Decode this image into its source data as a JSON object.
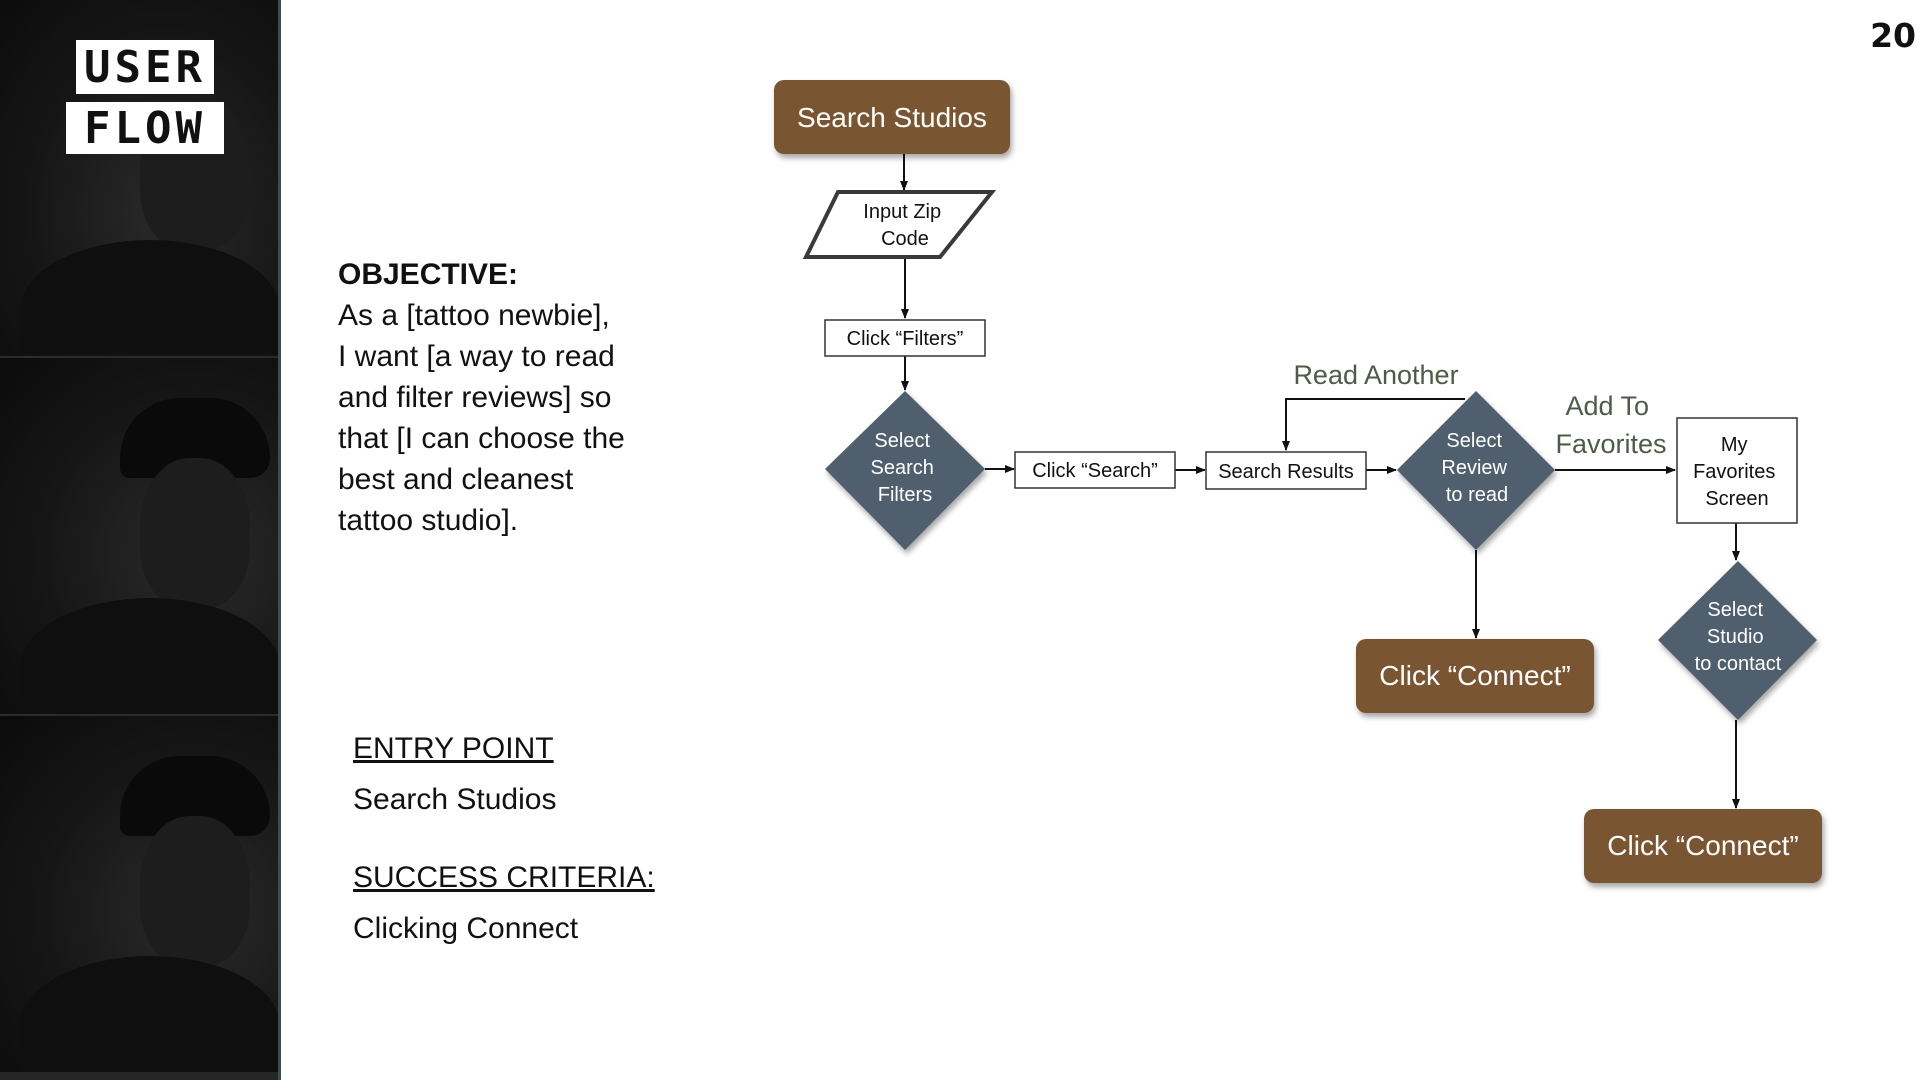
{
  "slide": {
    "page_number": "20",
    "logo": {
      "word1": "USER",
      "word2": "FLOW"
    }
  },
  "objective": {
    "title": "OBJECTIVE:",
    "lines": [
      "As a [tattoo newbie],",
      "I want [a way to read",
      "and filter reviews] so",
      "that [I can choose the",
      "best and cleanest",
      "tattoo studio]."
    ]
  },
  "entry_point": {
    "label": "ENTRY POINT",
    "value": "Search Studios"
  },
  "success_criteria": {
    "label": "SUCCESS CRITERIA:",
    "value": "Clicking Connect"
  },
  "colors": {
    "terminal": "#7a5533",
    "decision": "#4f5f6d",
    "edge_label": "#4e5b47",
    "sidebar_bg": "#121212"
  },
  "flow": {
    "nodes": {
      "search_studios": {
        "text": [
          "Search Studios"
        ],
        "shape": "terminal"
      },
      "input_zip": {
        "text": [
          "Input Zip",
          "Code"
        ],
        "shape": "parallelogram"
      },
      "click_filters": {
        "text": [
          "Click “Filters”"
        ],
        "shape": "process"
      },
      "select_filters": {
        "text": [
          "Select",
          "Search",
          "Filters"
        ],
        "shape": "decision"
      },
      "click_search": {
        "text": [
          "Click “Search”"
        ],
        "shape": "process"
      },
      "search_results": {
        "text": [
          "Search Results"
        ],
        "shape": "process"
      },
      "select_review": {
        "text": [
          "Select",
          "Review",
          "to read"
        ],
        "shape": "decision"
      },
      "my_favorites": {
        "text": [
          "My",
          "Favorites",
          "Screen"
        ],
        "shape": "process"
      },
      "connect_1": {
        "text": [
          "Click “Connect”"
        ],
        "shape": "terminal"
      },
      "select_studio": {
        "text": [
          "Select",
          "Studio",
          "to contact"
        ],
        "shape": "decision"
      },
      "connect_2": {
        "text": [
          "Click “Connect”"
        ],
        "shape": "terminal"
      }
    },
    "edge_labels": {
      "read_another": "Read Another",
      "add_to_favorites": [
        "Add To",
        "Favorites"
      ]
    }
  }
}
